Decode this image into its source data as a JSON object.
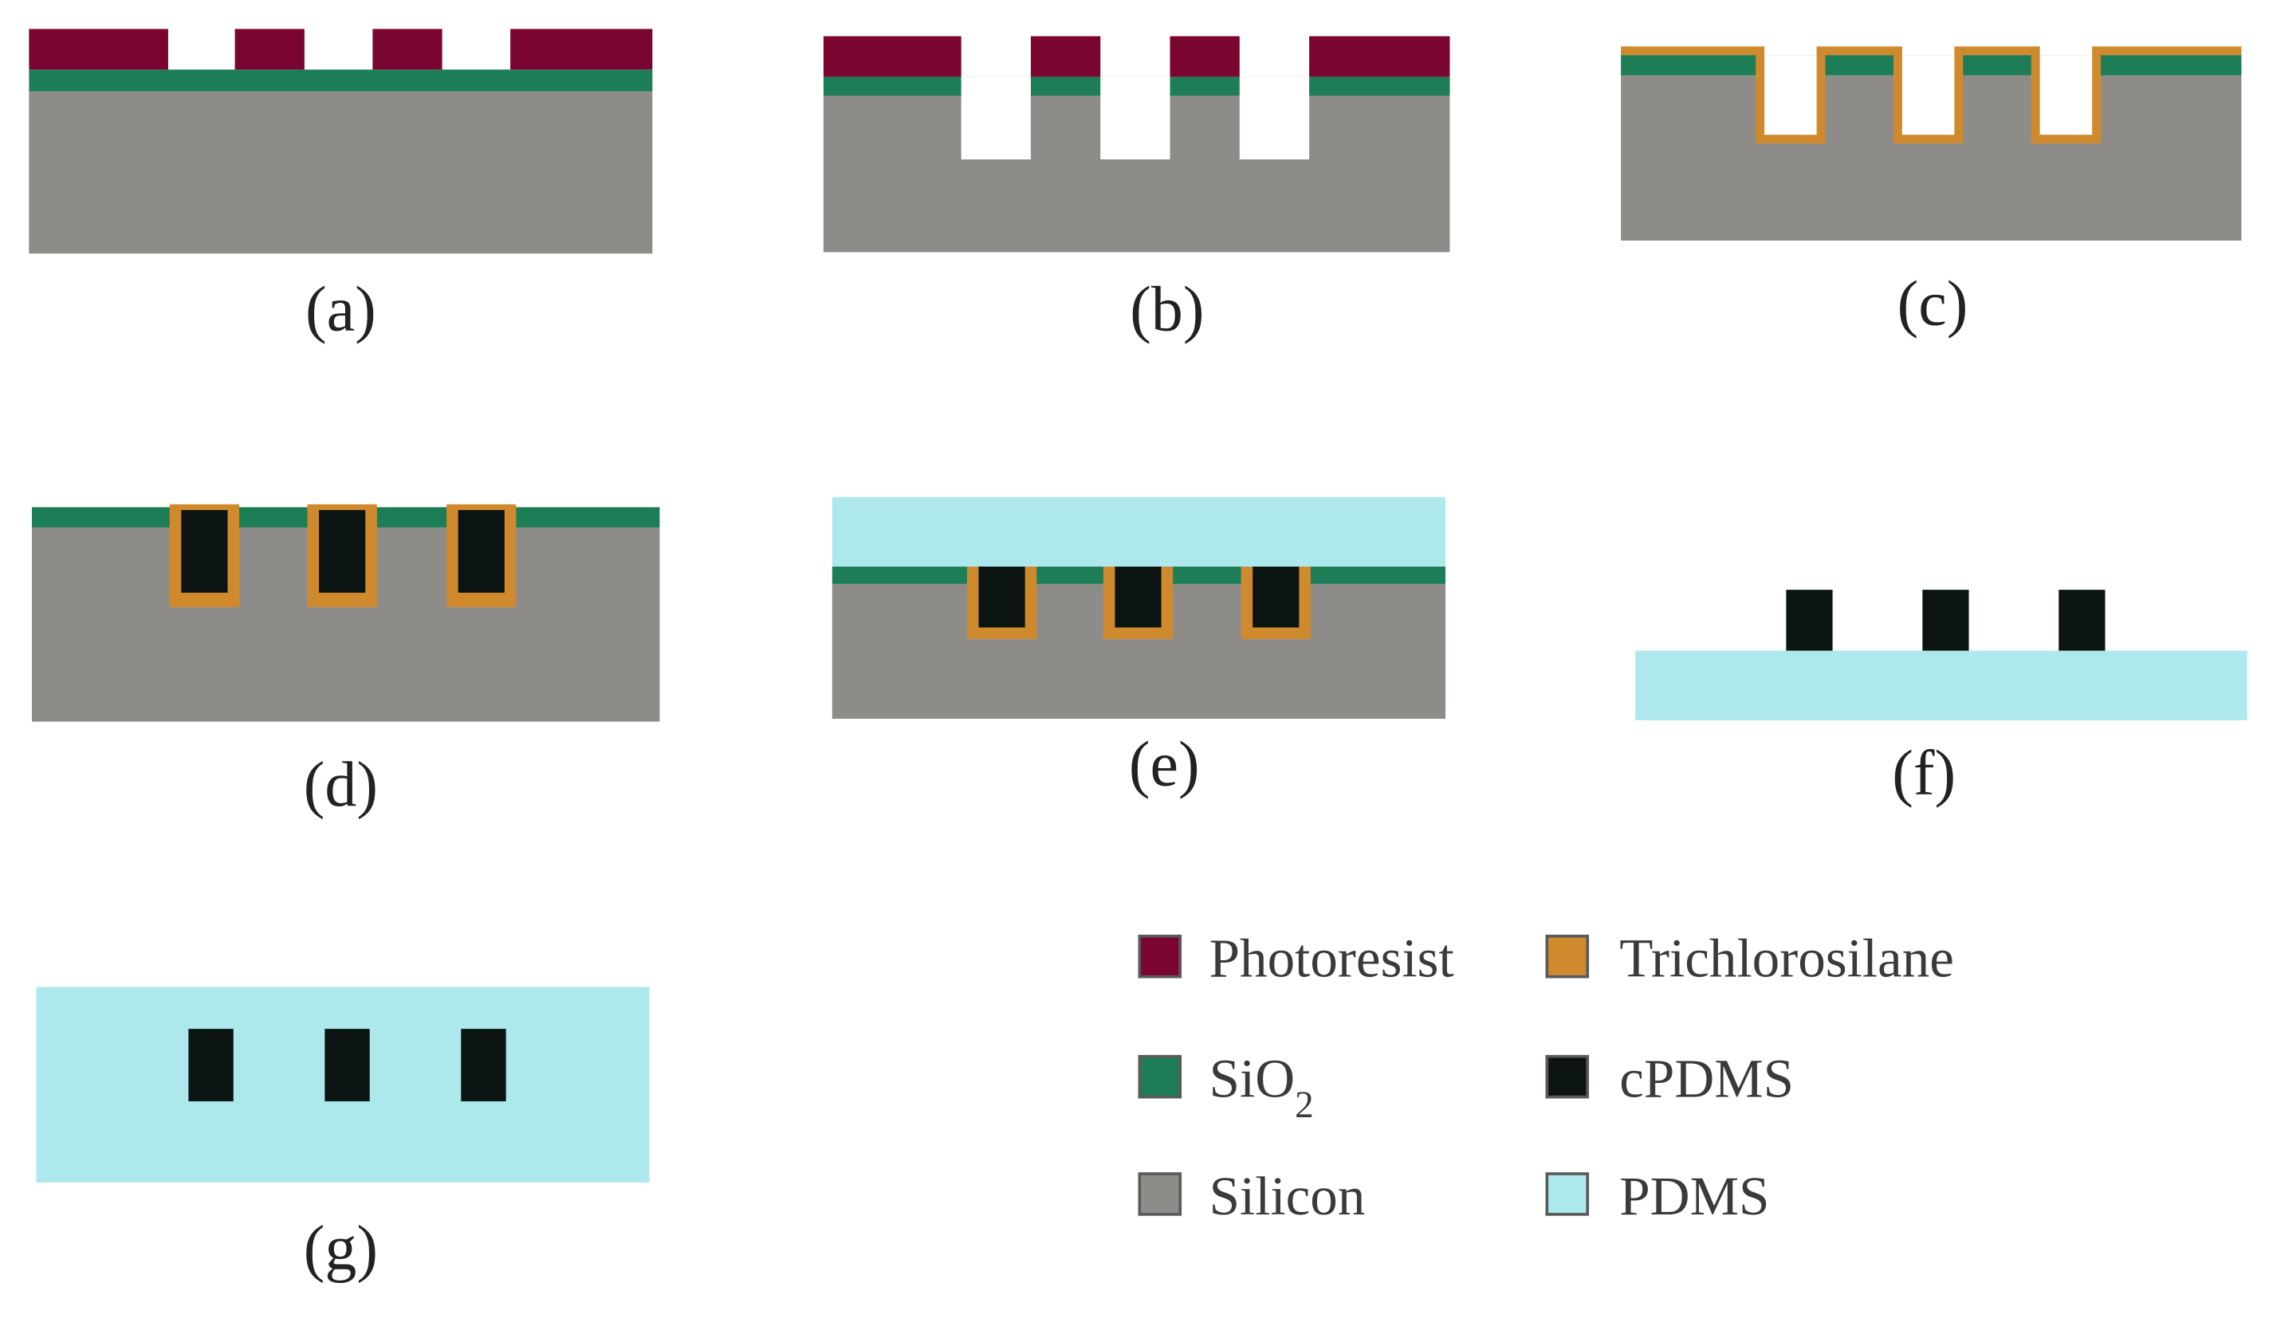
{
  "colors": {
    "photoresist": "#7a0530",
    "sio2": "#1d7d57",
    "silicon": "#8e8c89",
    "trichlorosilane": "#d08a2e",
    "cpdms": "#0b1412",
    "pdms": "#ade9ec"
  },
  "panels": {
    "a": {
      "label": "(a)"
    },
    "b": {
      "label": "(b)"
    },
    "c": {
      "label": "(c)"
    },
    "d": {
      "label": "(d)"
    },
    "e": {
      "label": "(e)"
    },
    "f": {
      "label": "(f)"
    },
    "g": {
      "label": "(g)"
    }
  },
  "legend": {
    "photoresist": "Photoresist",
    "trichlorosilane": "Trichlorosilane",
    "sio2_base": "SiO",
    "sio2_sub": "2",
    "cpdms": "cPDMS",
    "silicon": "Silicon",
    "pdms": "PDMS"
  }
}
